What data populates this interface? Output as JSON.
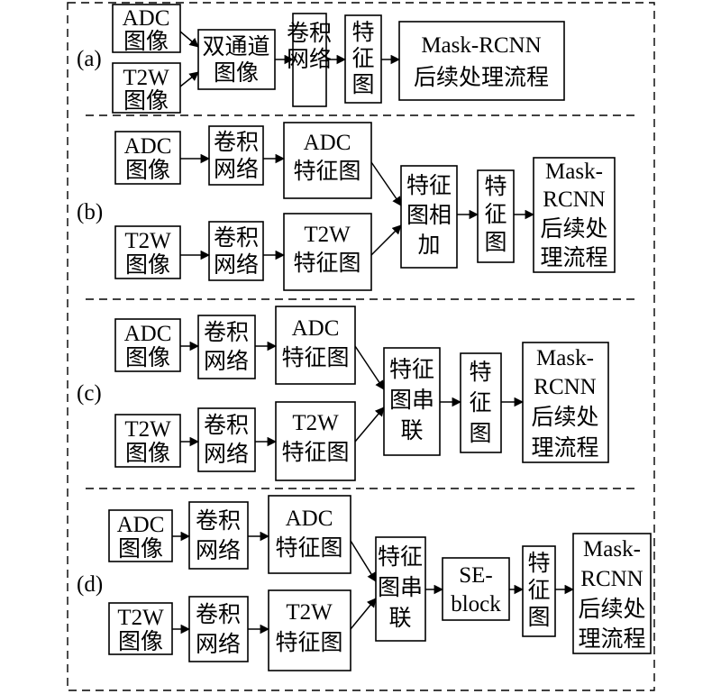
{
  "panels": {
    "a": {
      "label": "(a)",
      "adc": [
        "ADC",
        "图像"
      ],
      "t2w": [
        "T2W",
        "图像"
      ],
      "dual": [
        "双通道",
        "图像"
      ],
      "conv": [
        "卷积",
        "网络"
      ],
      "feat": [
        "特",
        "征",
        "图"
      ],
      "mask": [
        "Mask-RCNN",
        "后续处理流程"
      ]
    },
    "b": {
      "label": "(b)",
      "adc": [
        "ADC",
        "图像"
      ],
      "conv1": [
        "卷积",
        "网络"
      ],
      "adc_feat": [
        "ADC",
        "特征图"
      ],
      "t2w": [
        "T2W",
        "图像"
      ],
      "conv2": [
        "卷积",
        "网络"
      ],
      "t2w_feat": [
        "T2W",
        "特征图"
      ],
      "add": [
        "特征",
        "图相",
        "加"
      ],
      "feat": [
        "特",
        "征",
        "图"
      ],
      "mask": [
        "Mask-",
        "RCNN",
        "后续处",
        "理流程"
      ]
    },
    "c": {
      "label": "(c)",
      "adc": [
        "ADC",
        "图像"
      ],
      "conv1": [
        "卷积",
        "网络"
      ],
      "adc_feat": [
        "ADC",
        "特征图"
      ],
      "t2w": [
        "T2W",
        "图像"
      ],
      "conv2": [
        "卷积",
        "网络"
      ],
      "t2w_feat": [
        "T2W",
        "特征图"
      ],
      "concat": [
        "特征",
        "图串",
        "联"
      ],
      "feat": [
        "特",
        "征",
        "图"
      ],
      "mask": [
        "Mask-",
        "RCNN",
        "后续处",
        "理流程"
      ]
    },
    "d": {
      "label": "(d)",
      "adc": [
        "ADC",
        "图像"
      ],
      "conv1": [
        "卷积",
        "网络"
      ],
      "adc_feat": [
        "ADC",
        "特征图"
      ],
      "t2w": [
        "T2W",
        "图像"
      ],
      "conv2": [
        "卷积",
        "网络"
      ],
      "t2w_feat": [
        "T2W",
        "特征图"
      ],
      "concat": [
        "特征",
        "图串",
        "联"
      ],
      "se": [
        "SE-",
        "block"
      ],
      "feat": [
        "特",
        "征",
        "图"
      ],
      "mask": [
        "Mask-",
        "RCNN",
        "后续处",
        "理流程"
      ]
    }
  }
}
